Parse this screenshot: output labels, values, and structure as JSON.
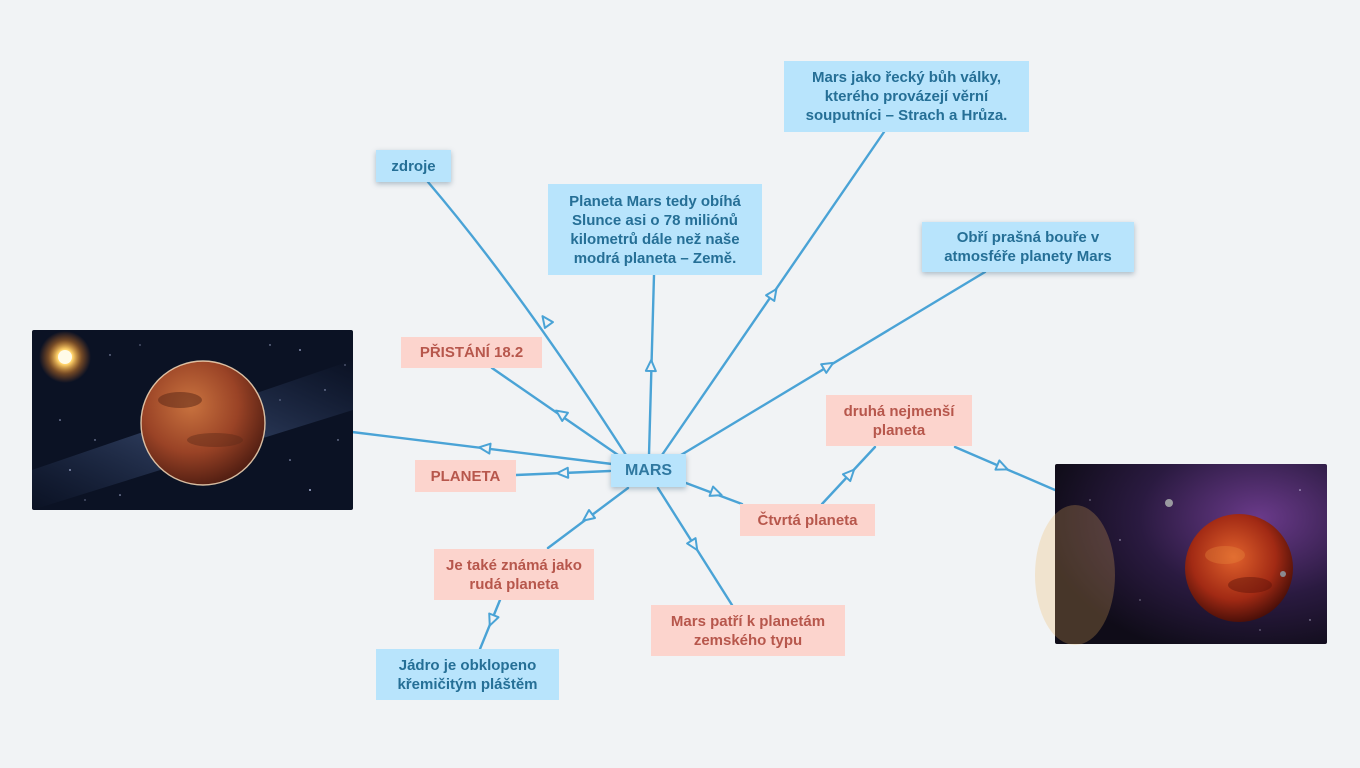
{
  "mindmap": {
    "center": "MARS",
    "nodes": {
      "mars_god": "Mars jako řecký bůh války, kterého provázejí věrní souputníci – Strach a Hrůza.",
      "zdroje": "zdroje",
      "orbit": "Planeta Mars tedy obíhá Slunce asi o 78 miliónů kilometrů dále než naše modrá planeta – Země.",
      "storm": "Obří prašná bouře v atmosféře planety Mars",
      "landing": "PŘISTÁNÍ 18.2",
      "planeta": "PLANETA",
      "second_smallest": "druhá nejmenší planeta",
      "fourth": "Čtvrtá planeta",
      "red_planet": "Je také známá jako rudá planeta",
      "terrestrial": "Mars patří k planetám zemského typu",
      "core": "Jádro je obklopeno křemičitým pláštěm"
    }
  },
  "colors": {
    "background": "#f1f3f5",
    "blue_node": "#b8e4fc",
    "blue_text": "#256f96",
    "pink_node": "#fcd4cd",
    "pink_text": "#b7574c",
    "connector": "#4aa3d6"
  }
}
